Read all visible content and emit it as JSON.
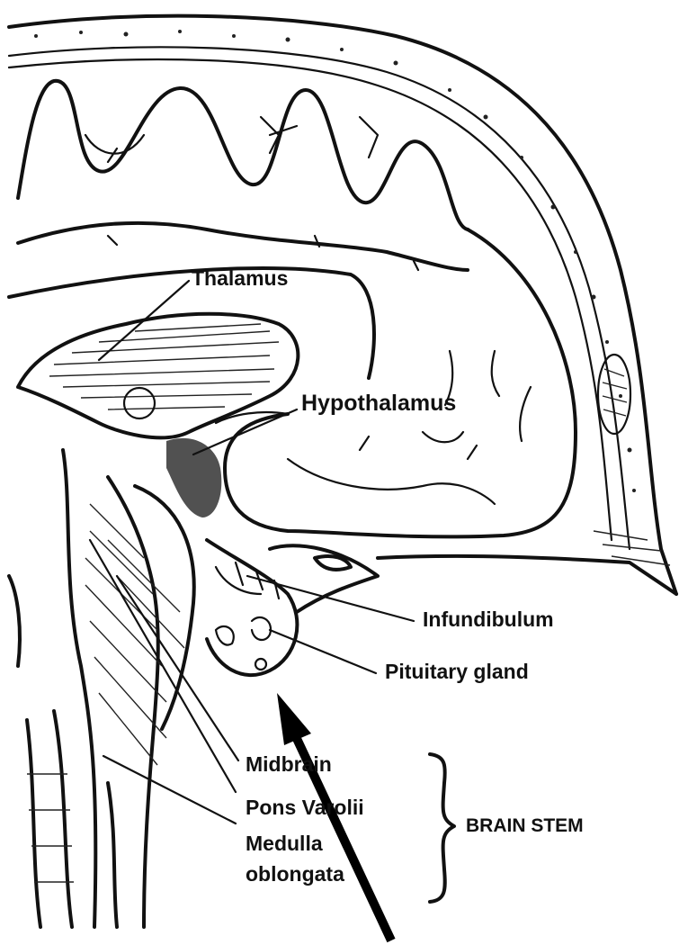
{
  "labels": {
    "thalamus": "Thalamus",
    "hypothalamus": "Hypothalamus",
    "infundibulum": "Infundibulum",
    "pituitary_gland": "Pituitary gland",
    "midbrain": "Midbrain",
    "pons": "Pons Varolii",
    "medulla_line1": "Medulla",
    "medulla_line2": "oblongata",
    "brain_stem": "BRAIN STEM"
  },
  "colors": {
    "ink": "#111111",
    "background": "#ffffff"
  }
}
